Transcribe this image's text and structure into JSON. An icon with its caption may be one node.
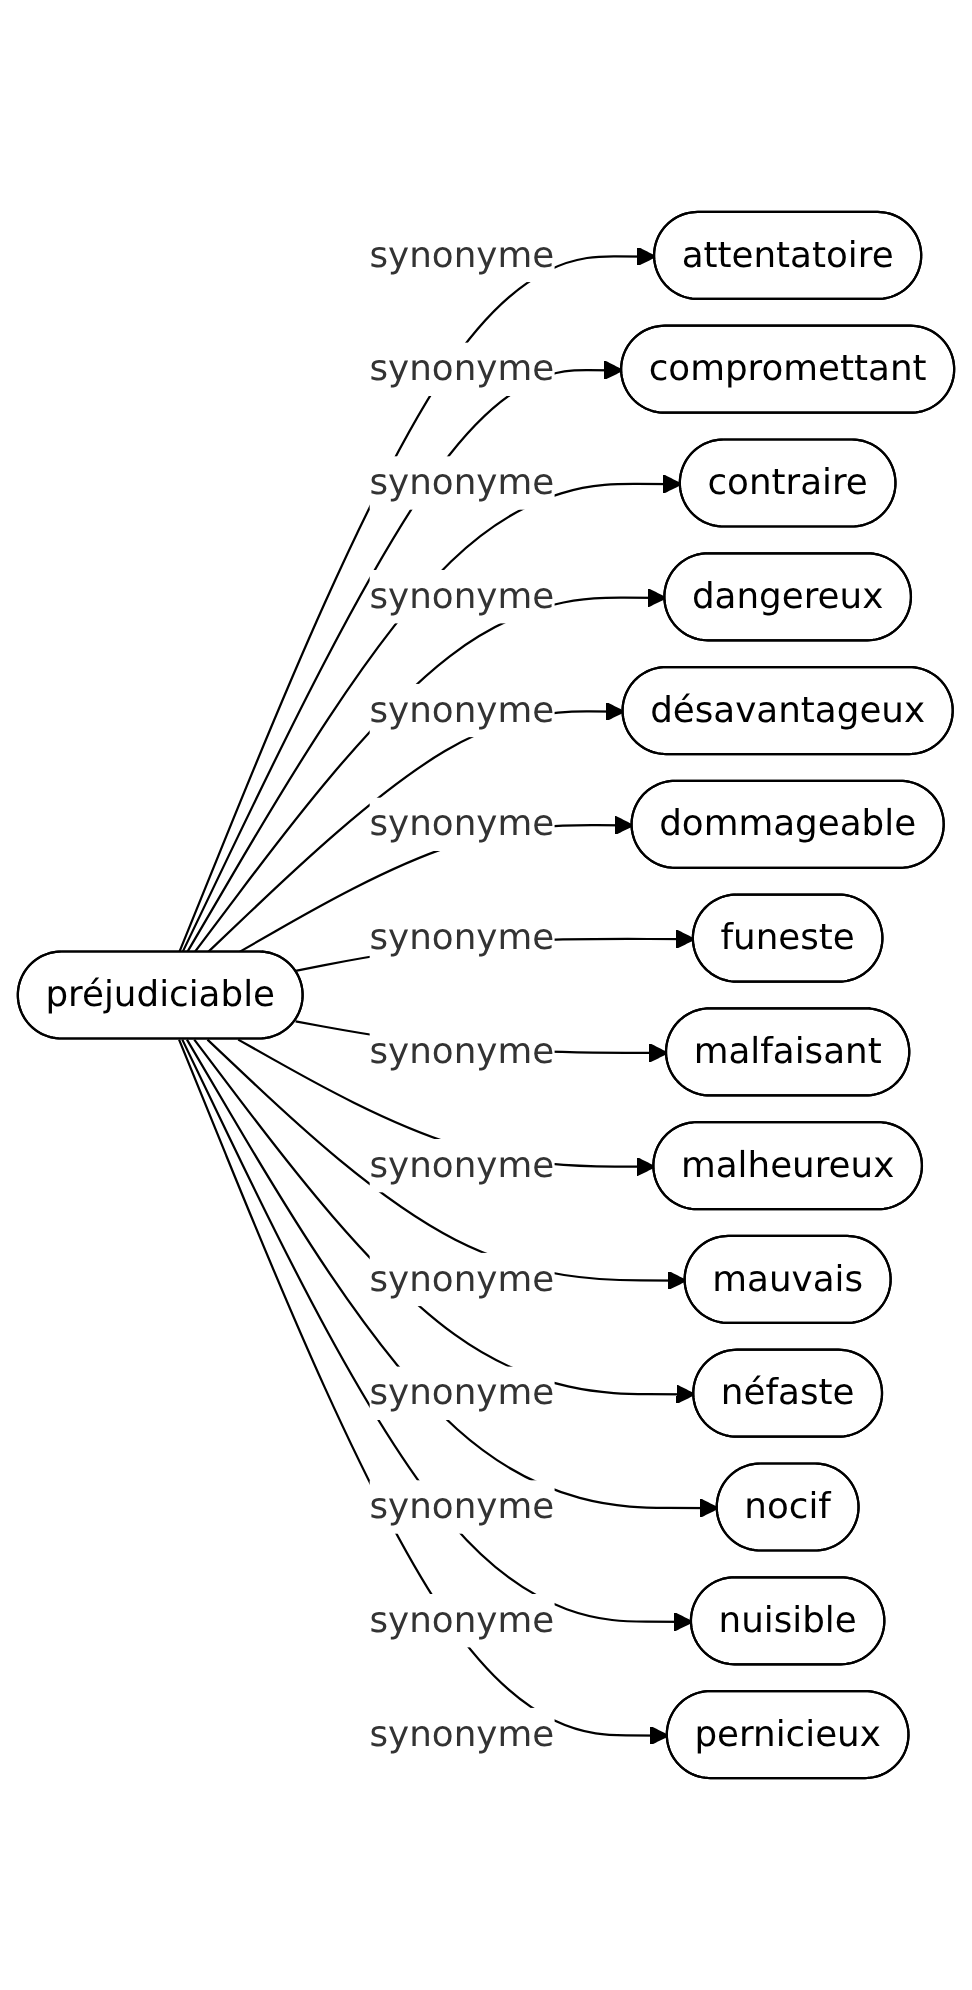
{
  "diagram": {
    "nodes": [
      {
        "text": [
          "préjudiciable"
        ]
      },
      {
        "text": [
          "attentatoire"
        ]
      },
      {
        "text": [
          "compromettant"
        ]
      },
      {
        "text": [
          "contraire"
        ]
      },
      {
        "text": [
          "dangereux"
        ]
      },
      {
        "text": [
          "désavantageux"
        ]
      },
      {
        "text": [
          "dommageable"
        ]
      },
      {
        "text": [
          "funeste"
        ]
      },
      {
        "text": [
          "malfaisant"
        ]
      },
      {
        "text": [
          "malheureux"
        ]
      },
      {
        "text": [
          "mauvais"
        ]
      },
      {
        "text": [
          "néfaste"
        ]
      },
      {
        "text": [
          "nocif"
        ]
      },
      {
        "text": [
          "nuisible"
        ]
      },
      {
        "text": [
          "pernicieux"
        ]
      }
    ],
    "edges": [
      {
        "from": 0,
        "to": 1,
        "arrow": "to",
        "label": "synonyme"
      },
      {
        "from": 0,
        "to": 2,
        "arrow": "to",
        "label": "synonyme"
      },
      {
        "from": 0,
        "to": 3,
        "arrow": "to",
        "label": "synonyme"
      },
      {
        "from": 0,
        "to": 4,
        "arrow": "to",
        "label": "synonyme"
      },
      {
        "from": 0,
        "to": 5,
        "arrow": "to",
        "label": "synonyme"
      },
      {
        "from": 0,
        "to": 6,
        "arrow": "to",
        "label": "synonyme"
      },
      {
        "from": 0,
        "to": 7,
        "arrow": "to",
        "label": "synonyme"
      },
      {
        "from": 0,
        "to": 8,
        "arrow": "to",
        "label": "synonyme"
      },
      {
        "from": 0,
        "to": 9,
        "arrow": "to",
        "label": "synonyme"
      },
      {
        "from": 0,
        "to": 10,
        "arrow": "to",
        "label": "synonyme"
      },
      {
        "from": 0,
        "to": 11,
        "arrow": "to",
        "label": "synonyme"
      },
      {
        "from": 0,
        "to": 12,
        "arrow": "to",
        "label": "synonyme"
      },
      {
        "from": 0,
        "to": 13,
        "arrow": "to",
        "label": "synonyme"
      },
      {
        "from": 0,
        "to": 14,
        "arrow": "to",
        "label": "synonyme"
      }
    ]
  }
}
